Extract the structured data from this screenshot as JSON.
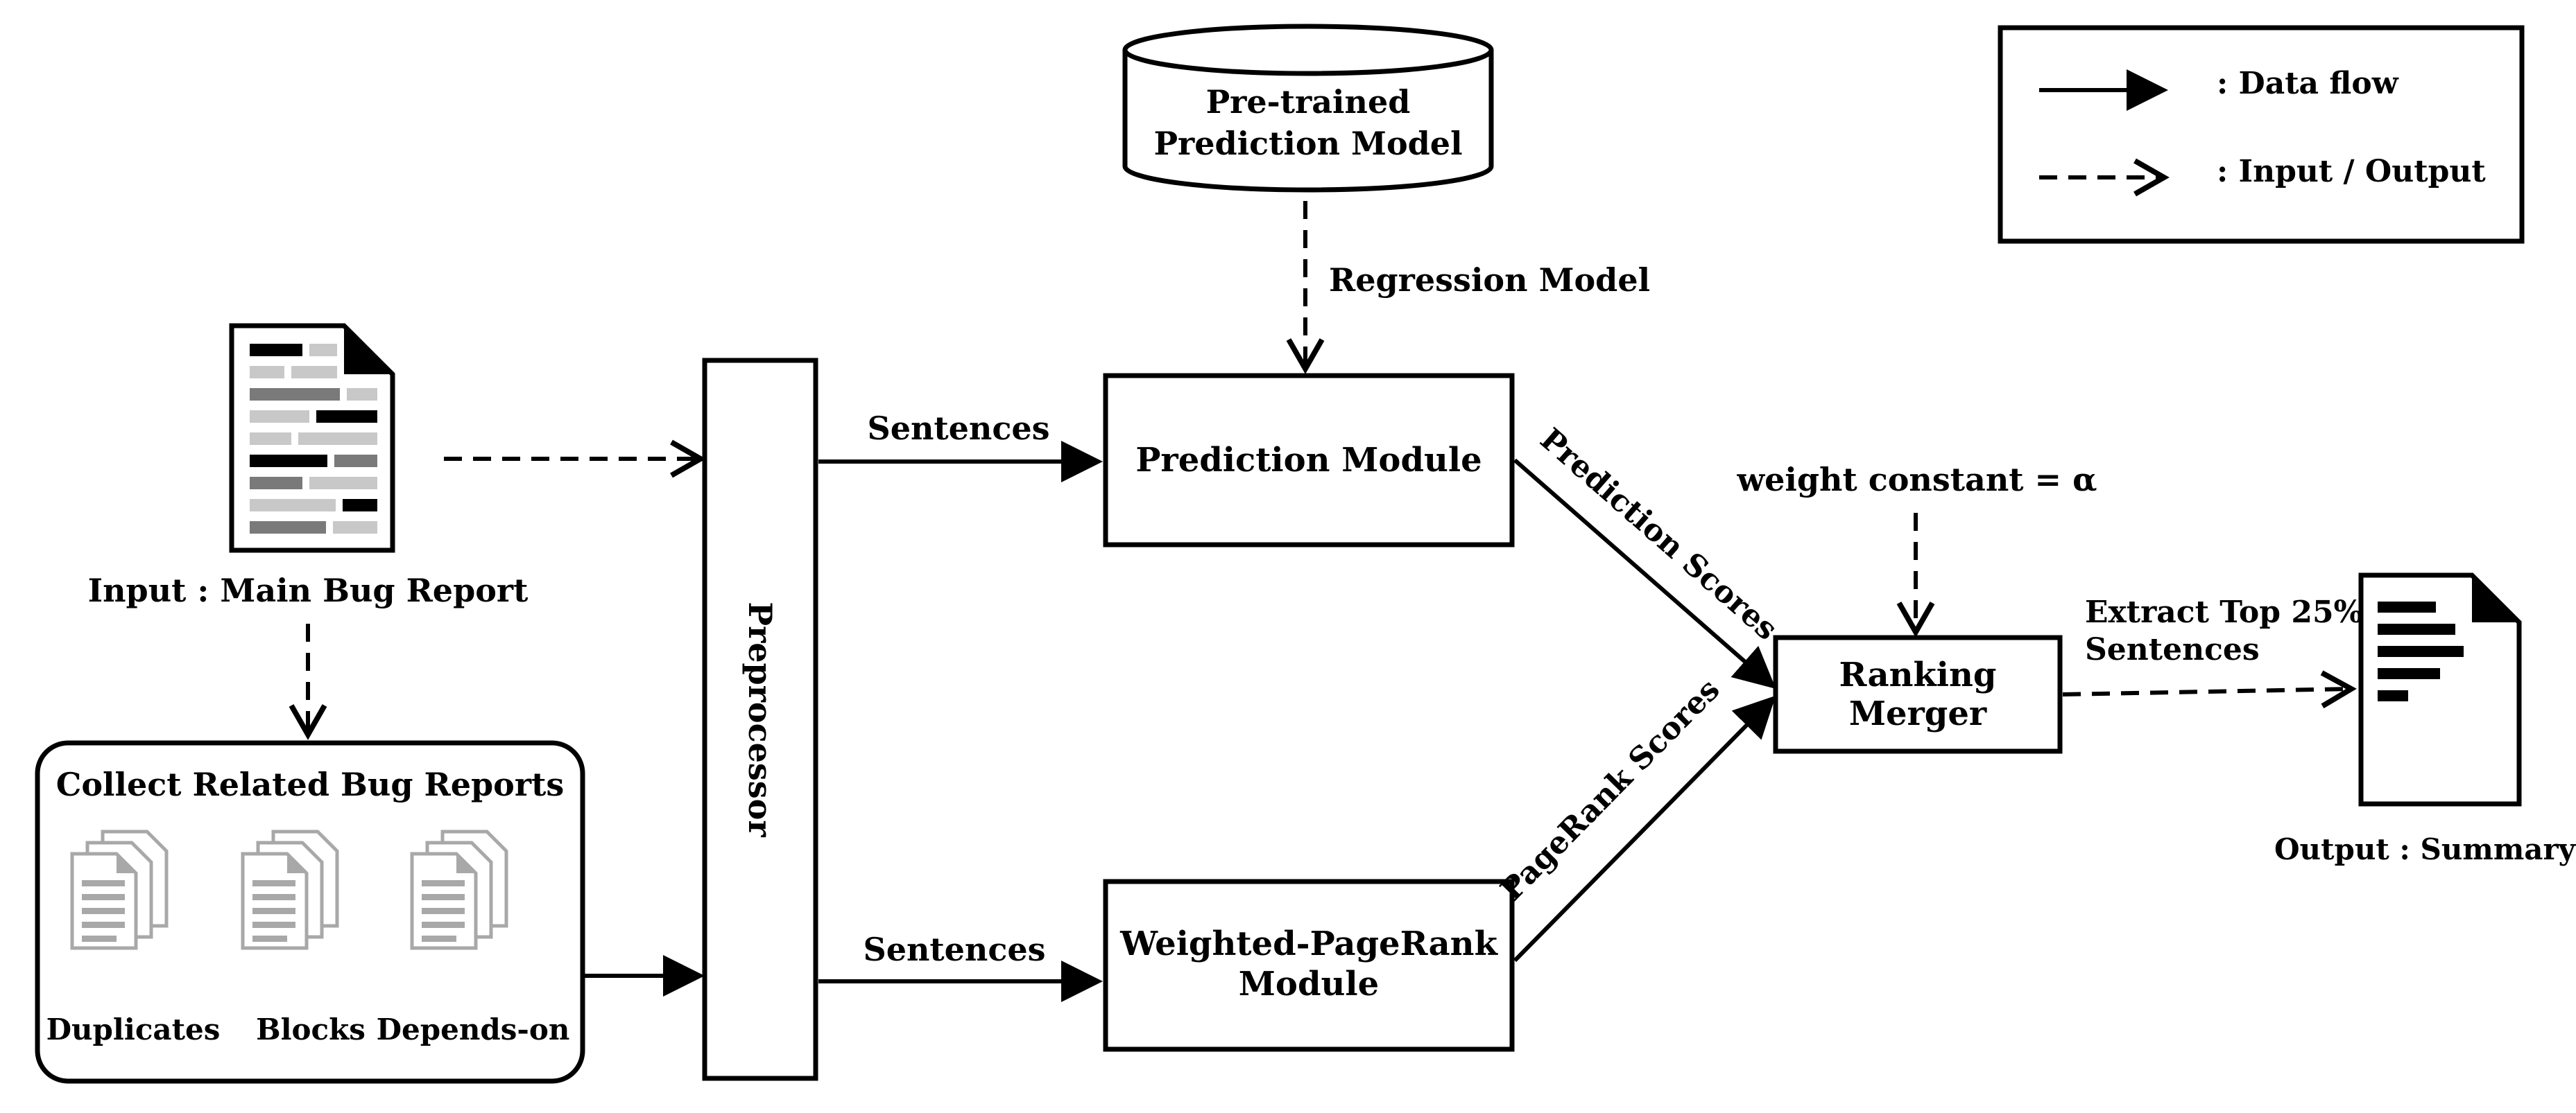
{
  "legend": {
    "data_flow": ": Data flow",
    "input_output": ": Input / Output"
  },
  "nodes": {
    "pretrained_model": {
      "line1": "Pre-trained",
      "line2": "Prediction Model"
    },
    "prediction_module": "Prediction Module",
    "pagerank_module": {
      "line1": "Weighted-PageRank",
      "line2": "Module"
    },
    "preprocessor": "Preprocessor",
    "ranking_merger": {
      "line1": "Ranking",
      "line2": "Merger"
    },
    "related_reports": {
      "title": "Collect Related Bug Reports",
      "duplicates": "Duplicates",
      "blocks": "Blocks",
      "depends_on": "Depends-on"
    },
    "input_report": "Input : Main Bug Report",
    "output_summary": "Output : Summary"
  },
  "edges": {
    "regression_model": "Regression Model",
    "sentences_top": "Sentences",
    "sentences_bottom": "Sentences",
    "prediction_scores": "Prediction Scores",
    "pagerank_scores": "PageRank Scores",
    "weight_constant": "weight constant = α",
    "extract_line1": "Extract  Top 25%",
    "extract_line2": "Sentences"
  }
}
